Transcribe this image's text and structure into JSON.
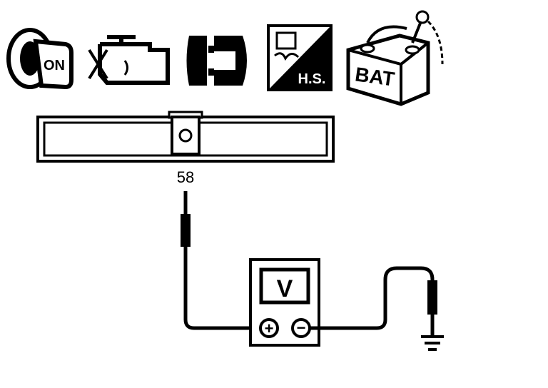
{
  "icons": {
    "ignition": {
      "label": "ON",
      "icon": "ignition-key-on-icon"
    },
    "engine": {
      "icon": "engine-icon"
    },
    "connector": {
      "icon": "connector-disconnect-icon"
    },
    "harness_side": {
      "label": "H.S.",
      "icon": "harness-side-icon"
    },
    "battery": {
      "label": "BAT",
      "icon": "battery-icon"
    }
  },
  "connector": {
    "terminal": "58"
  },
  "meter": {
    "display": "V",
    "plus": "+",
    "minus": "−"
  },
  "colors": {
    "ink": "#000000",
    "background": "#ffffff"
  }
}
